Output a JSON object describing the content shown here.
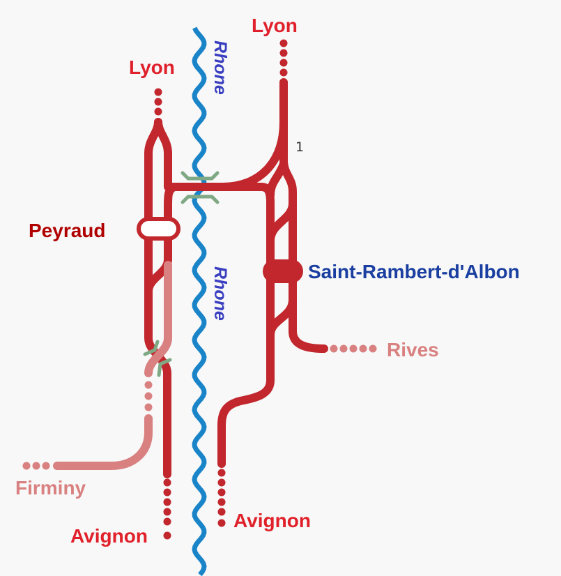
{
  "labels": {
    "lyon_left": "Lyon",
    "lyon_right": "Lyon",
    "peyraud": "Peyraud",
    "saint_rambert": "Saint-Rambert-d'Albon",
    "rives": "Rives",
    "firminy": "Firminy",
    "avignon_left": "Avignon",
    "avignon_right": "Avignon",
    "rhone_top": "Rhone",
    "rhone_bottom": "Rhone",
    "line_number": "1"
  },
  "colors": {
    "main_line": "#c1272d",
    "secondary_line": "#d98080",
    "river": "#1a84c8",
    "bridge": "#7fa884",
    "terminus_label": "#e0202a",
    "peyraud_label": "#b00000",
    "station_label": "#1a3fa0",
    "faded_label": "#d98080",
    "river_label": "#3a3fc0"
  }
}
